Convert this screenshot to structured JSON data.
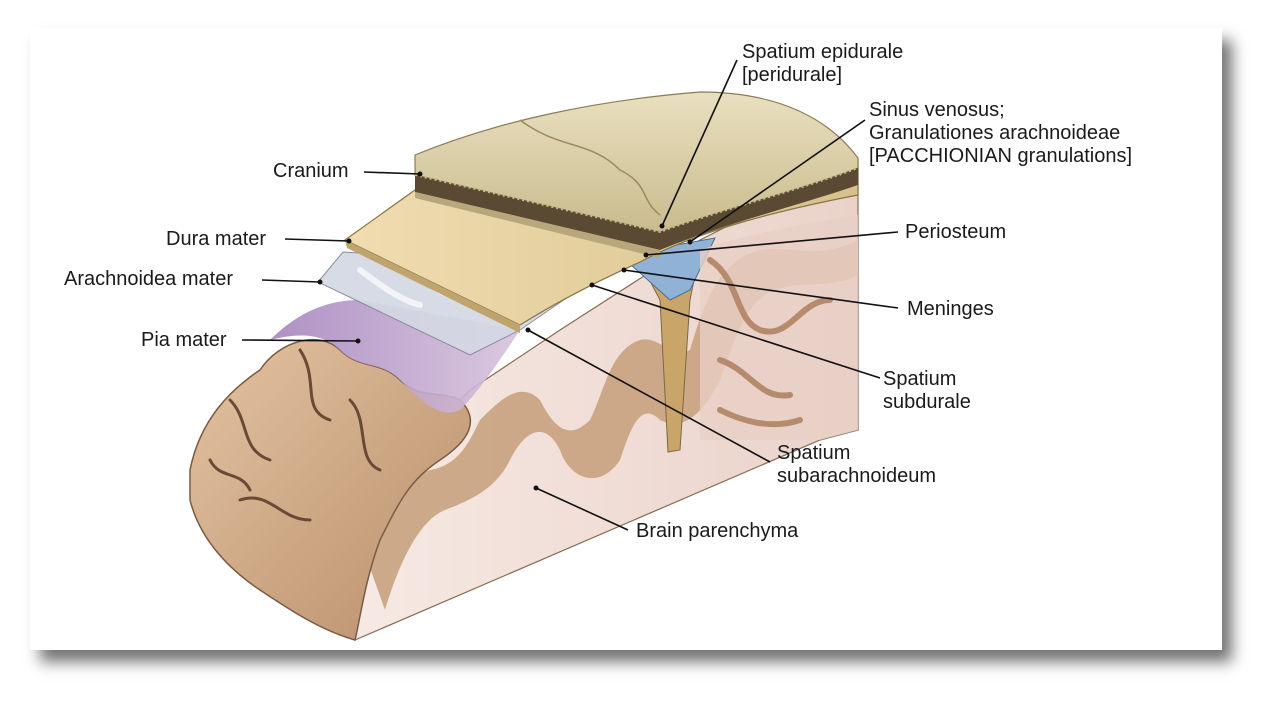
{
  "labels": {
    "cranium": "Cranium",
    "dura_mater": "Dura mater",
    "arachnoidea_mater": "Arachnoidea mater",
    "pia_mater": "Pia mater",
    "spatium_epidurale_1": "Spatium epidurale",
    "spatium_epidurale_2": "[peridurale]",
    "sinus_1": "Sinus venosus;",
    "sinus_2": "Granulationes arachnoideae",
    "sinus_3": "[PACCHIONIAN granulations]",
    "periosteum": "Periosteum",
    "meninges": "Meninges",
    "subdurale_1": "Spatium",
    "subdurale_2": "subdurale",
    "subarachnoideum_1": "Spatium",
    "subarachnoideum_2": "subarachnoideum",
    "brain_parenchyma": "Brain parenchyma"
  },
  "colors": {
    "bone": "#d9cfa8",
    "bone_diploe": "#5a4a33",
    "dura": "#e6d2a2",
    "arachnoid": "#d4d8e4",
    "pia": "#b99ac7",
    "cortex": "#c9a27f",
    "white_matter": "#f1e1db",
    "sinus": "#8fb2d6",
    "leader_line": "#111111"
  }
}
